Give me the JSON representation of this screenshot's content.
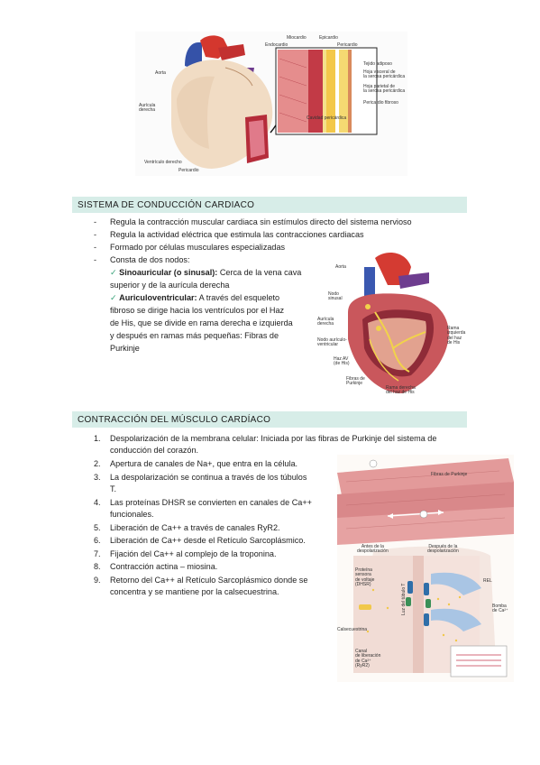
{
  "figure1": {
    "labels": {
      "aorta": "Aorta",
      "auricula": "Aurícula\nderecha",
      "ventriculo": "Ventrículo derecho",
      "pericardio_bottom": "Pericardio",
      "miocardio": "Miocardio",
      "epicardio": "Epicardio",
      "endocardio": "Endocardio",
      "pericardio_top": "Pericardio",
      "tejido": "Tejido adiposo",
      "hoja_visceral": "Hoja visceral de\nla serosa pericárdica",
      "hoja_parietal": "Hoja parietal de\nla serosa pericárdica",
      "pericardio_fibroso": "Pericardio fibroso",
      "cavidad": "Cavidad pericárdica"
    }
  },
  "section1": {
    "header": "SISTEMA DE CONDUCCIÓN CARDIACO",
    "items": [
      "Regula la contracción muscular cardiaca sin estímulos directo del sistema nervioso",
      "Regula la actividad eléctrica que estimula las contracciones cardiacas",
      "Formado por células musculares especializadas",
      "Consta de dos nodos:"
    ],
    "check_mark": "✓",
    "nodo1_title": "Sinoauricular (o sinusal):",
    "nodo1_line1": " Cerca de la vena cava",
    "nodo1_line2": "superior y de la aurícula derecha",
    "nodo2_title": "Auriculoventricular:",
    "nodo2_line1": " A través del esqueleto",
    "nodo2_lines": [
      "fibroso se dirige hacia los ventrículos por el Haz",
      "de His, que se divide en rama derecha e izquierda",
      "y después en ramas más pequeñas: Fibras de",
      "Purkinje"
    ]
  },
  "figure2": {
    "labels": {
      "aorta": "Aorta",
      "nodo_sinusal": "Nodo\nsinusal",
      "auricula": "Aurícula\nderecha",
      "nodo_av": "Nodo aurículo-\nventricular",
      "haz_av": "Haz AV\n(de His)",
      "fibras": "Fibras de\nPurkinje",
      "rama_derecha": "Rama derecha\ndel haz de His",
      "rama_izq": "Rama\nizquierda\ndel haz\nde His"
    }
  },
  "section2": {
    "header": "CONTRACCIÓN DEL MÚSCULO CARDÍACO",
    "items": [
      {
        "num": "1.",
        "lines": [
          "Despolarización de la membrana celular: Iniciada por las fibras de Purkinje del sistema de",
          "conducción del corazón."
        ]
      },
      {
        "num": "2.",
        "lines": [
          "Apertura de canales de Na+, que entra en la célula."
        ]
      },
      {
        "num": "3.",
        "lines": [
          "La despolarización se continua a través de los túbulos",
          "T."
        ]
      },
      {
        "num": "4.",
        "lines": [
          "Las proteínas DHSR se convierten en canales de Ca++",
          "funcionales."
        ]
      },
      {
        "num": "5.",
        "lines": [
          "Liberación de Ca++ a través de canales RyR2."
        ]
      },
      {
        "num": "6.",
        "lines": [
          "Liberación de Ca++ desde el Retículo Sarcoplásmico."
        ]
      },
      {
        "num": "7.",
        "lines": [
          "Fijación del Ca++ al complejo de la troponina."
        ]
      },
      {
        "num": "8.",
        "lines": [
          "Contracción actina – miosina."
        ]
      },
      {
        "num": "9.",
        "lines": [
          "Retorno del Ca++ al Retículo Sarcoplásmico donde se",
          "concentra y se mantiene por la calsecuestrina."
        ]
      }
    ]
  },
  "figure3": {
    "labels": {
      "fibras": "Fibras de Purkinje",
      "antes": "Antes de la\ndespolarización",
      "despues": "Después de la\ndespolarización",
      "proteina": "Proteína\nsensora\nde voltaje\n(DHSR)",
      "luz": "Luz del túbulo T",
      "rel": "REL",
      "bomba": "Bomba\nde Ca²⁺",
      "calsecuestrina": "Calsecuestrina",
      "canal": "Canal\nde liberación\nde Ca²⁺\n(RyR2)"
    }
  },
  "colors": {
    "header_bg": "#d7ede8",
    "check": "#3aa37a"
  }
}
